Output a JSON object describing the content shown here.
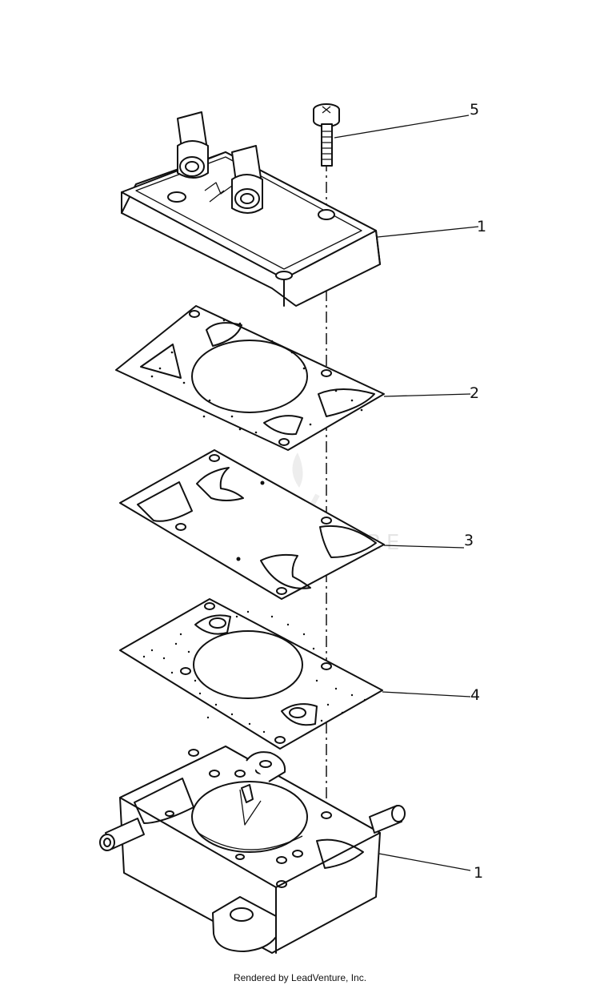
{
  "callouts": {
    "screw": "5",
    "cover": "1",
    "gasket_upper": "2",
    "diaphragm": "3",
    "gasket_lower": "4",
    "pump_body": "1"
  },
  "watermark": {
    "brand": "LEADVENTURE"
  },
  "footer": {
    "credit": "Rendered by LeadVenture, Inc."
  },
  "colors": {
    "line": "#111111",
    "watermark": "#e3e3e3",
    "background": "#ffffff"
  }
}
